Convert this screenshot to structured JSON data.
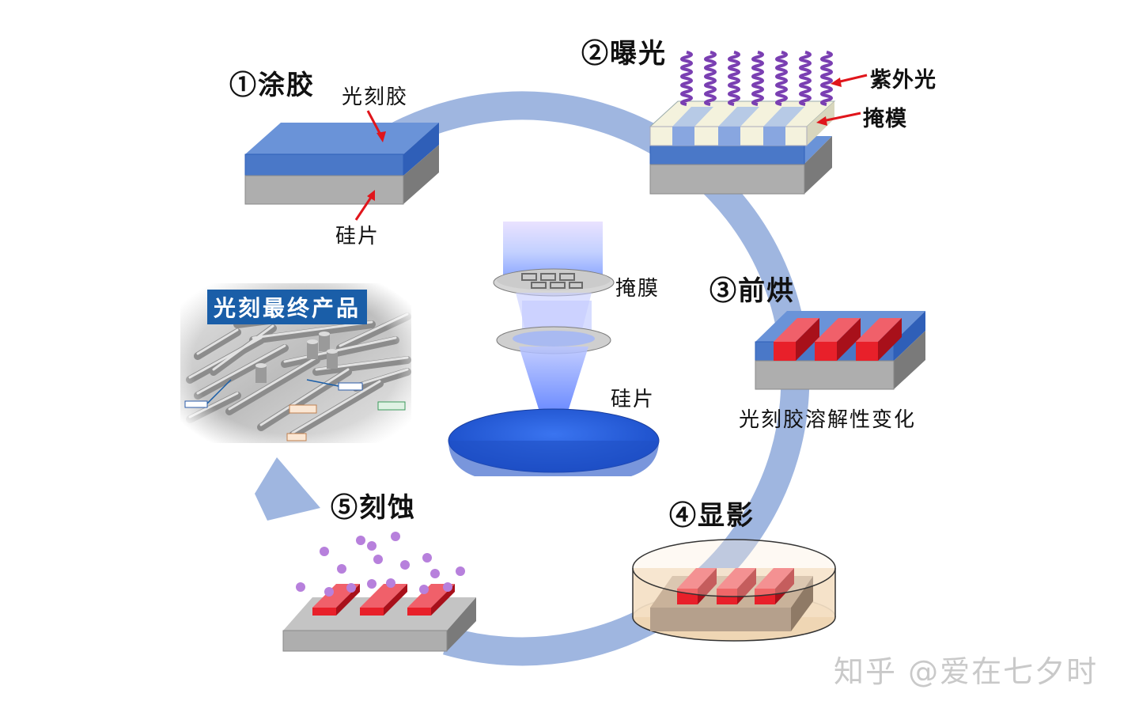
{
  "colors": {
    "cycle_arrow": "#9fb6e0",
    "photoresist": "#4a78c8",
    "silicon": "#aeaeae",
    "exposed_resist": "#e8202a",
    "uv_light": "#7a3fb2",
    "mask_clear": "#f4f2dd",
    "developer_liquid": "#f4e0c4",
    "wafer": "#1f5ad8",
    "plasma_particles": "#b780dc"
  },
  "steps": {
    "coat": "①涂胶",
    "expose": "②曝光",
    "prebake": "③前烘",
    "develop": "④显影",
    "etch": "⑤刻蚀"
  },
  "annotations": {
    "photoresist": "光刻胶",
    "silicon_wafer_1": "硅片",
    "uv_light": "紫外光",
    "mask_1": "掩模",
    "mask_2": "掩膜",
    "silicon_wafer_2": "硅片",
    "resist_change": "光刻胶溶解性变化",
    "final_product": "光刻最终产品"
  },
  "watermark": "知乎 @爱在七夕时"
}
